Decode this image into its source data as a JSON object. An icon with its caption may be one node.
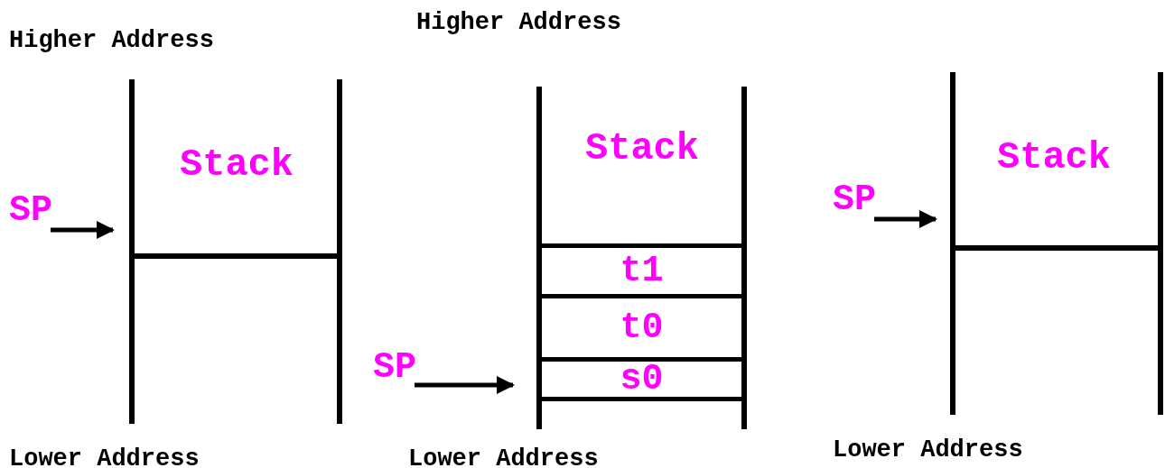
{
  "diagram": {
    "nodes": [
      {
        "text": [
          "Stack"
        ]
      },
      {
        "text": [
          "SP"
        ]
      },
      {
        "text": [
          "Stack"
        ]
      },
      {
        "text": [
          "t1"
        ],
        "in": 2
      },
      {
        "text": [
          "t0"
        ],
        "in": 2
      },
      {
        "text": [
          "s0"
        ],
        "in": 2
      },
      {
        "text": [
          "SP"
        ]
      },
      {
        "text": [
          "Stack"
        ]
      },
      {
        "text": [
          "SP"
        ]
      }
    ],
    "edges": [
      {
        "from": 1,
        "to": 0,
        "arrow": "to"
      },
      {
        "from": 6,
        "to": 5,
        "arrow": "to"
      },
      {
        "from": 8,
        "to": 7,
        "arrow": "to"
      }
    ],
    "labels": [
      "Higher Address",
      "Higher Address",
      "Lower Address",
      "Lower Address",
      "Lower Address"
    ]
  }
}
